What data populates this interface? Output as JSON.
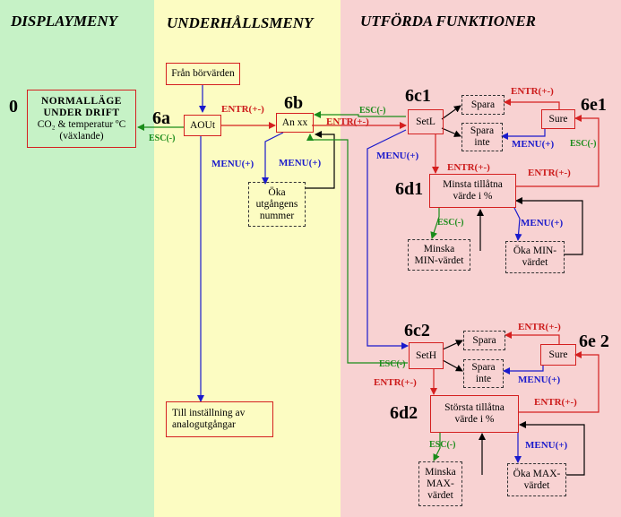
{
  "zones": {
    "display": {
      "title": "DISPLAYMENY",
      "color": "#c6f2c6"
    },
    "maintenance": {
      "title": "UNDERHÅLLSMENY",
      "color": "#fcfcc2"
    },
    "functions": {
      "title": "UTFÖRDA FUNKTIONER",
      "color": "#f8d2d2"
    }
  },
  "boxes": {
    "normal_title": "NORMALLÄGE\nUNDER DRIFT",
    "normal_sub": "CO₂ & temperatur ºC\n(växlande)",
    "from_setpoints": "Från börvärden",
    "aout": "AOUt",
    "an_xx": "An xx",
    "increase_output": "Öka\nutgångens\nnummer",
    "to_analog": "Till inställning av\nanalogutgångar",
    "setl": "SetL",
    "save_top": "Spara",
    "dont_save_top": "Spara\ninte",
    "sure_top": "Sure",
    "min_allowed": "Minsta tillåtna\nvärde i %",
    "decrease_min": "Minska\nMIN-värdet",
    "increase_min": "Öka MIN-\nvärdet",
    "seth": "SetH",
    "save_bottom": "Spara",
    "dont_save_bottom": "Spara\ninte",
    "sure_bottom": "Sure",
    "max_allowed": "Största tillåtna\nvärde i %",
    "decrease_max": "Minska\nMAX-\nvärdet",
    "increase_max": "Öka MAX-\nvärdet"
  },
  "numbers": {
    "n0": "0",
    "n6a": "6a",
    "n6b": "6b",
    "n6c1": "6c1",
    "n6e1": "6e1",
    "n6d1": "6d1",
    "n6c2": "6c2",
    "n6e2": "6e 2",
    "n6d2": "6d2"
  },
  "labels": {
    "entr": "ENTR(+-)",
    "esc": "ESC(-)",
    "menu": "MENU(+)"
  },
  "colors": {
    "red": "#d42020",
    "blue": "#1a1acc",
    "green": "#1a8c1a",
    "black": "#000000"
  }
}
